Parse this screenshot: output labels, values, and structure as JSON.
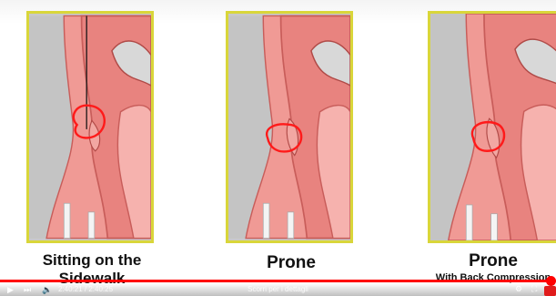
{
  "panels": [
    {
      "caption": "Sitting on the Sidewalk"
    },
    {
      "caption": "Prone"
    },
    {
      "caption": "Prone",
      "subcaption": "With Back Compression"
    }
  ],
  "player": {
    "progress_fraction": 0.995,
    "time_display": "2:40:21 / 2:40:25",
    "scroll_hint": "Scorri per i dettagli"
  },
  "icons": [
    "play-icon",
    "next-icon",
    "volume-icon",
    "settings-icon",
    "fullscreen-icon"
  ],
  "colors": {
    "panel_border": "#d9d63a",
    "airway_fill": "#e8837f",
    "airway_dark": "#c85d5a",
    "annotation_red": "#ff1a1a",
    "progress_red": "#ff0000"
  }
}
